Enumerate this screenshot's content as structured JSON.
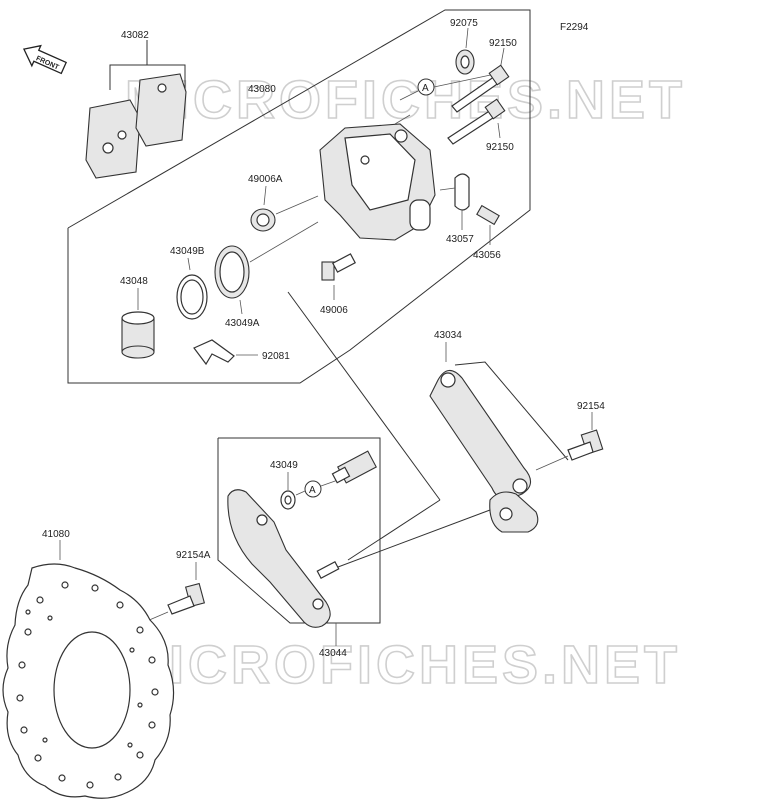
{
  "diagram": {
    "code": "F2294",
    "direction_badge": "FRONT",
    "callout_letter": "A",
    "watermark": "MICROFICHES.NET"
  },
  "parts": {
    "p43082": "43082",
    "p43080": "43080",
    "p92075": "92075",
    "p92150a": "92150",
    "p92150b": "92150",
    "p49006A": "49006A",
    "p43057": "43057",
    "p43056": "43056",
    "p43049B": "43049B",
    "p43048": "43048",
    "p43049A": "43049A",
    "p49006": "49006",
    "p92081": "92081",
    "p43034": "43034",
    "p92154": "92154",
    "p43049": "43049",
    "p41080": "41080",
    "p92154A": "92154A",
    "p43044": "43044"
  }
}
